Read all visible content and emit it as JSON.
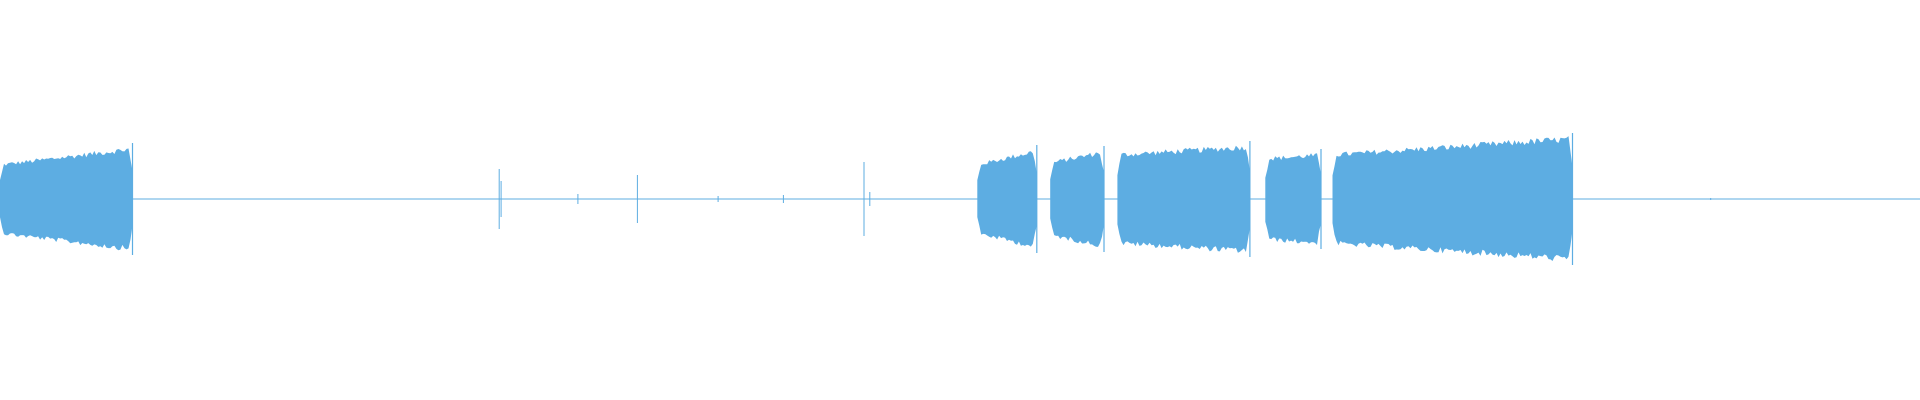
{
  "waveform": {
    "color": "#5DADE2",
    "background": "#FFFFFF",
    "duration_fraction_segments": [
      {
        "name": "segment-1",
        "start": 0.0,
        "end": 0.069,
        "amp_start": 0.34,
        "amp_end": 0.5,
        "type": "tone"
      },
      {
        "name": "segment-2",
        "start": 0.509,
        "end": 0.54,
        "amp_start": 0.34,
        "amp_end": 0.48,
        "type": "tone"
      },
      {
        "name": "segment-3",
        "start": 0.547,
        "end": 0.575,
        "amp_start": 0.36,
        "amp_end": 0.47,
        "type": "tone"
      },
      {
        "name": "segment-4",
        "start": 0.582,
        "end": 0.651,
        "amp_start": 0.44,
        "amp_end": 0.52,
        "type": "tone"
      },
      {
        "name": "segment-5",
        "start": 0.659,
        "end": 0.688,
        "amp_start": 0.4,
        "amp_end": 0.44,
        "type": "tone"
      },
      {
        "name": "segment-6",
        "start": 0.694,
        "end": 0.819,
        "amp_start": 0.44,
        "amp_end": 0.6,
        "type": "tone"
      }
    ],
    "transients": [
      {
        "name": "click-1",
        "pos": 0.26,
        "amp": 0.3
      },
      {
        "name": "click-2",
        "pos": 0.261,
        "amp": 0.18
      },
      {
        "name": "click-3",
        "pos": 0.301,
        "amp": 0.05
      },
      {
        "name": "click-4",
        "pos": 0.332,
        "amp": 0.24
      },
      {
        "name": "click-5",
        "pos": 0.374,
        "amp": 0.03
      },
      {
        "name": "click-6",
        "pos": 0.408,
        "amp": 0.04
      },
      {
        "name": "click-7",
        "pos": 0.45,
        "amp": 0.37
      },
      {
        "name": "click-8",
        "pos": 0.453,
        "amp": 0.07
      },
      {
        "name": "click-9",
        "pos": 0.891,
        "amp": 0.01
      }
    ],
    "baseline_noise": 0.006
  }
}
